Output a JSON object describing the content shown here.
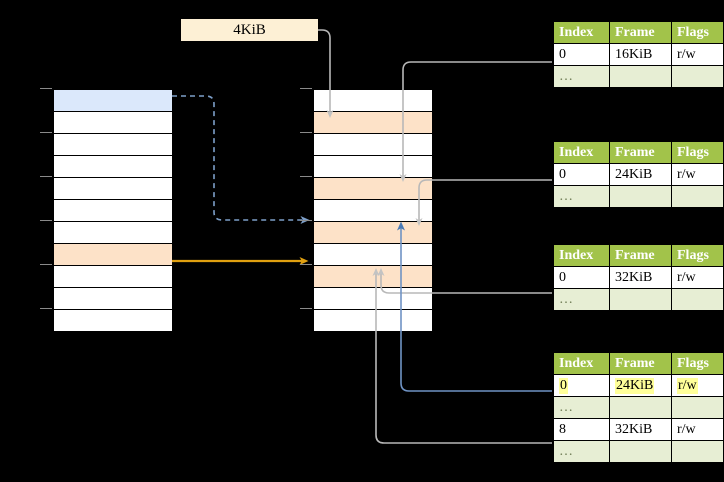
{
  "diagram": {
    "title": "page-table-walk",
    "page_size_label": "4KiB",
    "colors": {
      "header_green": "#a2c34a",
      "dim_green": "#e7eed4",
      "peach": "#fde2c8",
      "blue": "#dbe8fb",
      "cream": "#fdf0d5",
      "orange_arrow": "#e0a010",
      "blue_arrow": "#6f93c4",
      "gray_arrow": "#b0b0b0",
      "highlight_yellow": "#ffff99"
    }
  },
  "source_column": {
    "name": "left-memory-column",
    "rows": [
      {
        "index": 0,
        "fill": "blue"
      },
      {
        "index": 1,
        "fill": "white"
      },
      {
        "index": 2,
        "fill": "white"
      },
      {
        "index": 3,
        "fill": "white"
      },
      {
        "index": 4,
        "fill": "white"
      },
      {
        "index": 5,
        "fill": "white"
      },
      {
        "index": 6,
        "fill": "white"
      },
      {
        "index": 7,
        "fill": "peach"
      },
      {
        "index": 8,
        "fill": "white"
      },
      {
        "index": 9,
        "fill": "white"
      },
      {
        "index": 10,
        "fill": "white"
      }
    ]
  },
  "target_column": {
    "name": "middle-memory-column",
    "rows": [
      {
        "index": 0,
        "fill": "white"
      },
      {
        "index": 1,
        "fill": "peach"
      },
      {
        "index": 2,
        "fill": "white"
      },
      {
        "index": 3,
        "fill": "white"
      },
      {
        "index": 4,
        "fill": "peach"
      },
      {
        "index": 5,
        "fill": "white"
      },
      {
        "index": 6,
        "fill": "peach"
      },
      {
        "index": 7,
        "fill": "white"
      },
      {
        "index": 8,
        "fill": "peach"
      },
      {
        "index": 9,
        "fill": "white"
      },
      {
        "index": 10,
        "fill": "white"
      }
    ]
  },
  "tables": [
    {
      "name": "page-table-1",
      "headers": [
        "Index",
        "Frame",
        "Flags"
      ],
      "rows": [
        {
          "cells": [
            "0",
            "16KiB",
            "r/w"
          ],
          "dim": false,
          "highlight": []
        },
        {
          "cells": [
            "…",
            "",
            ""
          ],
          "dim": true,
          "highlight": []
        }
      ]
    },
    {
      "name": "page-table-2",
      "headers": [
        "Index",
        "Frame",
        "Flags"
      ],
      "rows": [
        {
          "cells": [
            "0",
            "24KiB",
            "r/w"
          ],
          "dim": false,
          "highlight": []
        },
        {
          "cells": [
            "…",
            "",
            ""
          ],
          "dim": true,
          "highlight": []
        }
      ]
    },
    {
      "name": "page-table-3",
      "headers": [
        "Index",
        "Frame",
        "Flags"
      ],
      "rows": [
        {
          "cells": [
            "0",
            "32KiB",
            "r/w"
          ],
          "dim": false,
          "highlight": []
        },
        {
          "cells": [
            "…",
            "",
            ""
          ],
          "dim": true,
          "highlight": []
        }
      ]
    },
    {
      "name": "page-table-4",
      "headers": [
        "Index",
        "Frame",
        "Flags"
      ],
      "rows": [
        {
          "cells": [
            "0",
            "24KiB",
            "r/w"
          ],
          "dim": false,
          "highlight": [
            0,
            1,
            2
          ]
        },
        {
          "cells": [
            "…",
            "",
            ""
          ],
          "dim": true,
          "highlight": []
        },
        {
          "cells": [
            "8",
            "32KiB",
            "r/w"
          ],
          "dim": false,
          "highlight": []
        },
        {
          "cells": [
            "…",
            "",
            ""
          ],
          "dim": true,
          "highlight": []
        }
      ]
    }
  ]
}
